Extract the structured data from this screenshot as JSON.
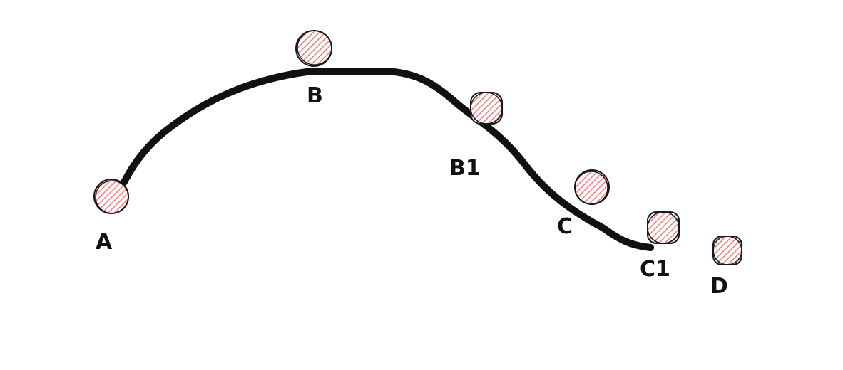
{
  "colors": {
    "stroke": "#111111",
    "marker_fill": "#ef7f7f",
    "marker_outline": "#1a1a1a",
    "background": "#ffffff"
  },
  "points": [
    {
      "id": "A",
      "label": "A"
    },
    {
      "id": "B",
      "label": "B"
    },
    {
      "id": "B1",
      "label": "B1"
    },
    {
      "id": "C",
      "label": "C"
    },
    {
      "id": "C1",
      "label": "C1"
    },
    {
      "id": "D",
      "label": "D"
    }
  ]
}
